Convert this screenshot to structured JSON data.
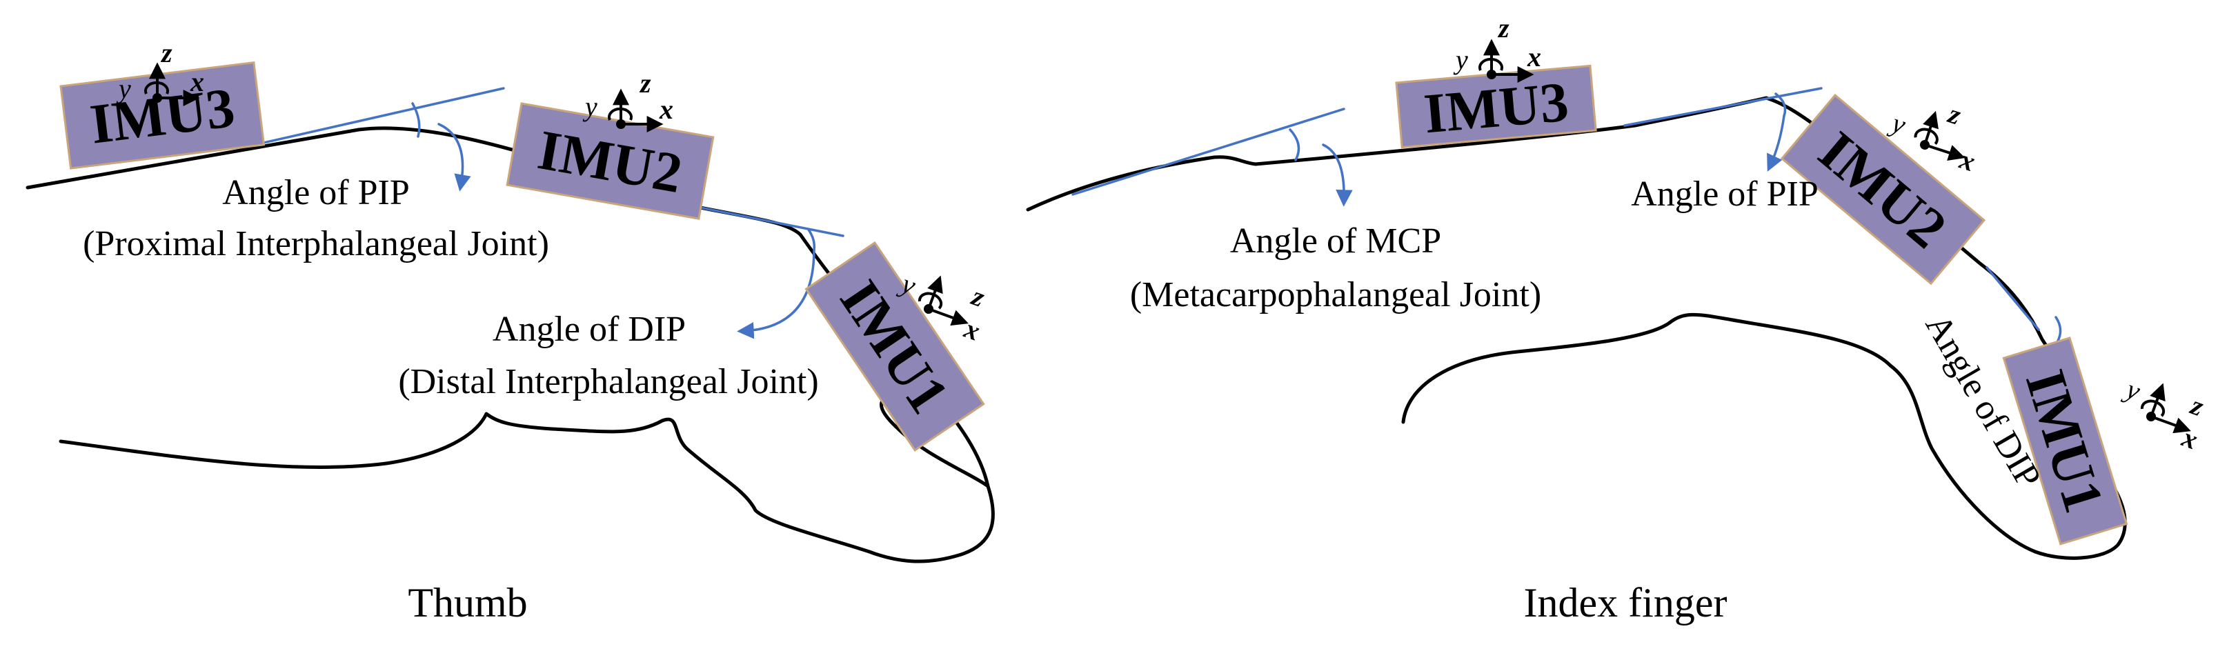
{
  "colors": {
    "imu_fill": "#8e87b5",
    "imu_border": "#c9a57c",
    "angle_line": "#4472c4",
    "outline": "#000000"
  },
  "panels": [
    {
      "caption": "Thumb",
      "imus": [
        {
          "label": "IMU3",
          "axes": {
            "x": "x",
            "y": "y",
            "z": "z"
          }
        },
        {
          "label": "IMU2",
          "axes": {
            "x": "x",
            "y": "y",
            "z": "z"
          }
        },
        {
          "label": "IMU1",
          "axes": {
            "x": "x",
            "y": "y",
            "z": "z"
          }
        }
      ],
      "angles": [
        {
          "name": "Angle of PIP",
          "desc": "(Proximal Interphalangeal Joint)"
        },
        {
          "name": "Angle of DIP",
          "desc": "(Distal Interphalangeal Joint)"
        }
      ]
    },
    {
      "caption": "Index finger",
      "imus": [
        {
          "label": "IMU3",
          "axes": {
            "x": "x",
            "y": "y",
            "z": "z"
          }
        },
        {
          "label": "IMU2",
          "axes": {
            "x": "x",
            "y": "y",
            "z": "z"
          }
        },
        {
          "label": "IMU1",
          "axes": {
            "x": "x",
            "y": "y",
            "z": "z"
          }
        }
      ],
      "angles": [
        {
          "name": "Angle of MCP",
          "desc": "(Metacarpophalangeal Joint)"
        },
        {
          "name": "Angle of PIP"
        },
        {
          "name": "Angle of DIP"
        }
      ]
    }
  ]
}
